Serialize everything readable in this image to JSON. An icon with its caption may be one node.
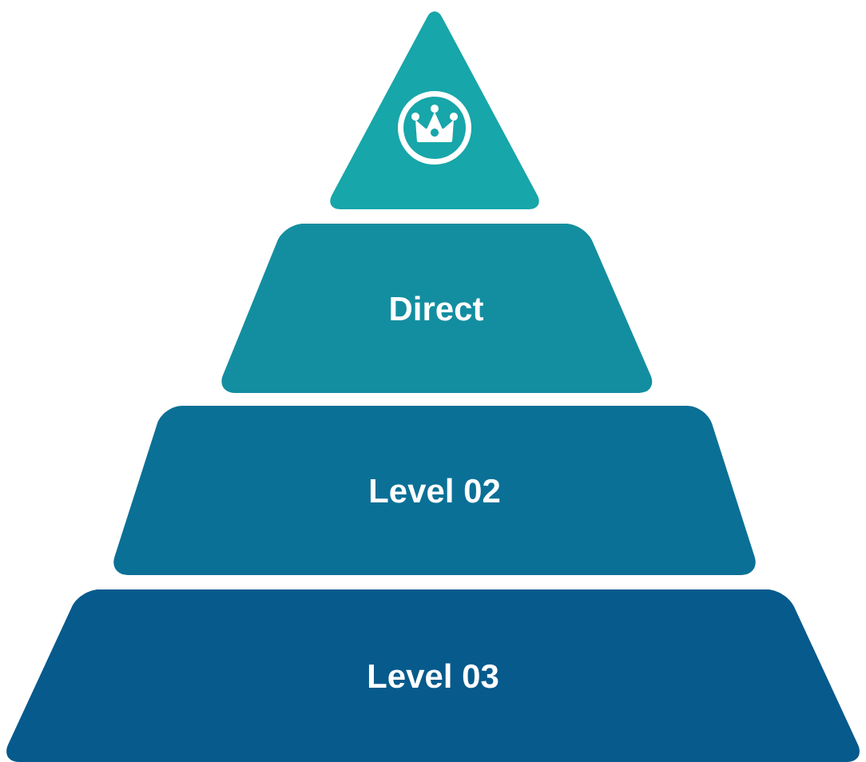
{
  "diagram": {
    "nodes": [
      {
        "text": [],
        "shape": "triangle"
      },
      {
        "text": [
          "Direct"
        ]
      },
      {
        "text": [
          "Level 02"
        ]
      },
      {
        "text": [
          "Level 03"
        ]
      }
    ]
  }
}
